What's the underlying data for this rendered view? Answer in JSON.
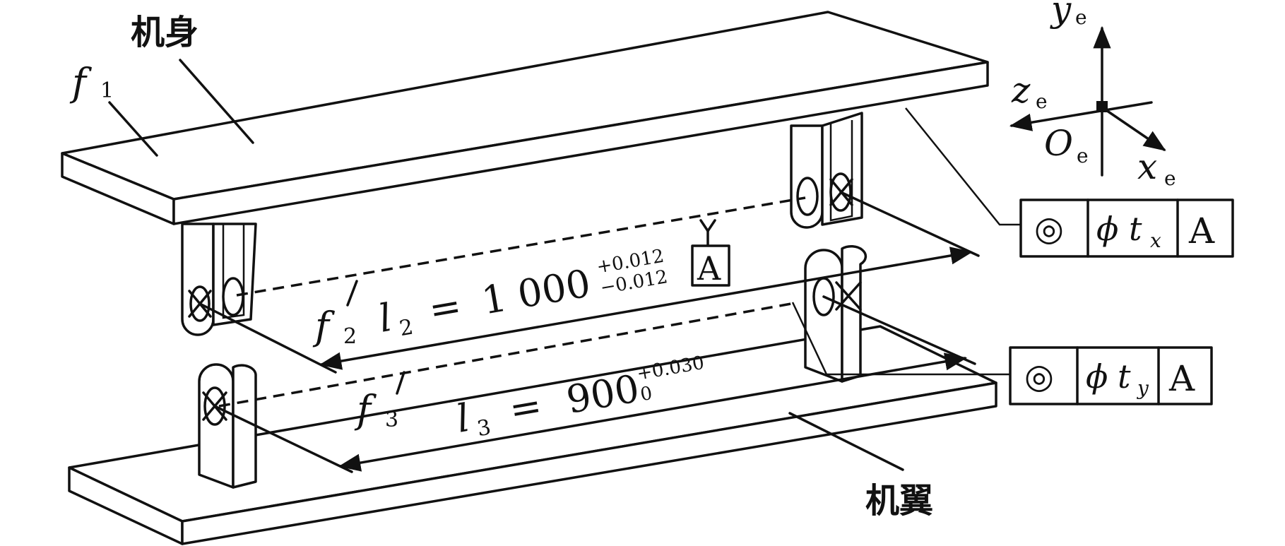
{
  "labels": {
    "body": "机身",
    "wing": "机翼",
    "f1": "f",
    "f1_sub": "1",
    "f2": "f",
    "f2_sub": "2",
    "f3": "f",
    "f3_sub": "3"
  },
  "dimensions": {
    "l2_symbol": "l",
    "l2_sub": "2",
    "l2_eq": "=",
    "l2_value": "1 000",
    "l2_upper_tol": "+0.012",
    "l2_lower_tol": "−0.012",
    "l3_symbol": "l",
    "l3_sub": "3",
    "l3_eq": "=",
    "l3_value": "900",
    "l3_upper_tol": "+0.030",
    "l3_lower_tol": "0"
  },
  "datum": {
    "letter": "A"
  },
  "tolerance_frames": [
    {
      "symbol": "◎",
      "phi": "ϕ",
      "tol": "t",
      "tol_sub": "x",
      "datum": "A"
    },
    {
      "symbol": "◎",
      "phi": "ϕ",
      "tol": "t",
      "tol_sub": "y",
      "datum": "A"
    }
  ],
  "axes": {
    "y": "y",
    "y_sub": "e",
    "z": "z",
    "z_sub": "e",
    "o": "O",
    "o_sub": "e",
    "x": "x",
    "x_sub": "e"
  }
}
